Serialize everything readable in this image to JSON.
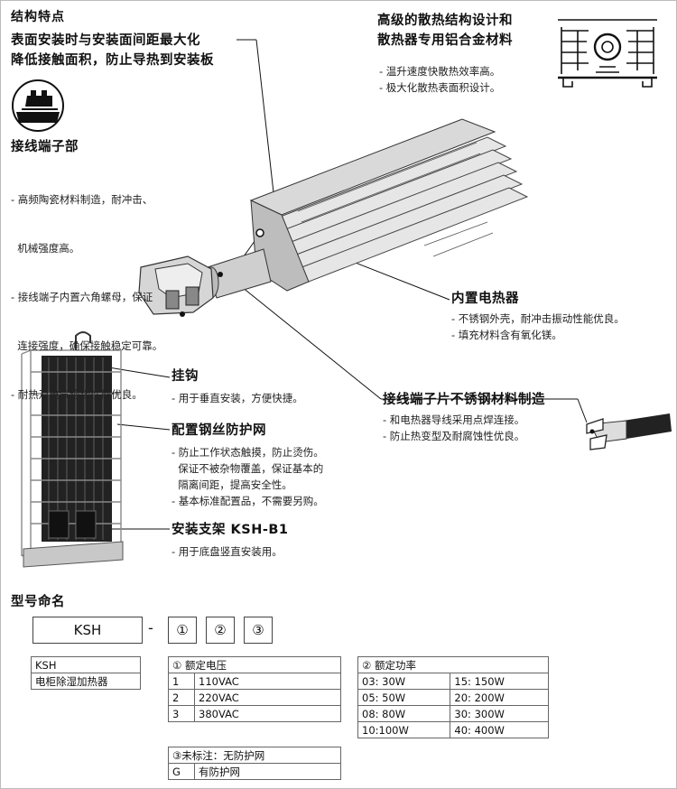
{
  "section_title": "结构特点",
  "mount": {
    "title_lines": [
      "表面安装时与安装面间距最大化",
      "降低接触面积，防止导热到安装板"
    ]
  },
  "design": {
    "title_lines": [
      "高级的散热结构设计和",
      "散热器专用铝合金材料"
    ],
    "items": [
      "- 温升速度快散热效率高。",
      "- 极大化散热表面积设计。"
    ]
  },
  "terminal": {
    "title": "接线端子部",
    "items": [
      "- 高频陶瓷材料制造，耐冲击、",
      "  机械强度高。",
      "- 接线端子内置六角螺母，保证",
      "  连接强度，确保接触稳定可靠。",
      "- 耐热及电气绝缘性能优良。"
    ]
  },
  "heater": {
    "title": "内置电热器",
    "items": [
      "- 不锈钢外壳，耐冲击振动性能优良。",
      "- 填充材料含有氧化镁。"
    ]
  },
  "hook": {
    "title": "挂钩",
    "items": [
      "- 用于垂直安装，方便快捷。"
    ]
  },
  "lug": {
    "title": "接线端子片不锈钢材料制造",
    "items": [
      "- 和电热器导线采用点焊连接。",
      "- 防止热变型及耐腐蚀性优良。"
    ]
  },
  "guard": {
    "title": "配置钢丝防护网",
    "items": [
      "- 防止工作状态触摸，防止烫伤。",
      "  保证不被杂物覆盖，保证基本的",
      "  隔离间距，提高安全性。",
      "- 基本标准配置品，不需要另购。"
    ]
  },
  "bracket": {
    "title": "安装支架 KSH-B1",
    "items": [
      "- 用于底盘竖直安装用。"
    ]
  },
  "model": {
    "title": "型号命名",
    "code": "KSH",
    "dash": "-",
    "slots": [
      "①",
      "②",
      "③"
    ],
    "ksh_table": {
      "header": "KSH",
      "desc": "电柜除湿加热器"
    },
    "voltage_table": {
      "header": "① 额定电压",
      "rows": [
        [
          "1",
          "110VAC"
        ],
        [
          "2",
          "220VAC"
        ],
        [
          "3",
          "380VAC"
        ]
      ]
    },
    "power_table": {
      "header": "② 额定功率",
      "rows": [
        [
          "03: 30W",
          "15: 150W"
        ],
        [
          "05: 50W",
          "20: 200W"
        ],
        [
          "08: 80W",
          "30: 300W"
        ],
        [
          "10:100W",
          "40: 400W"
        ]
      ]
    },
    "guard_table": {
      "header": "③未标注：无防护网",
      "rows": [
        [
          "G",
          "有防护网"
        ]
      ]
    }
  }
}
